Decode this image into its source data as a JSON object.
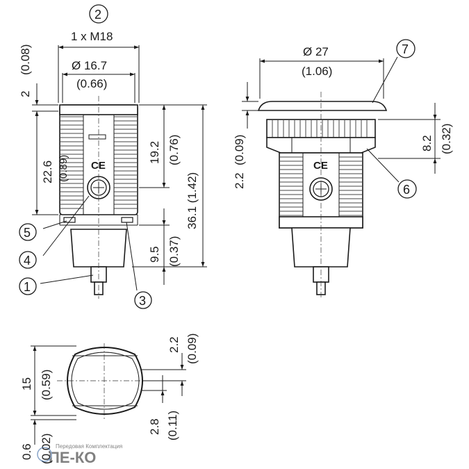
{
  "callouts": {
    "c1": "1",
    "c2": "2",
    "c3": "3",
    "c4": "4",
    "c5": "5",
    "c6": "6",
    "c7": "7"
  },
  "front_view": {
    "thread_label": "1 x M18",
    "diameter_label": "Ø 16.7",
    "diameter_inch": "(0.66)",
    "top_offset": "2",
    "top_offset_inch": "(0.08)",
    "thread_length": "22.6",
    "thread_length_inch": "(0.89)",
    "inner_length": "19.2",
    "inner_length_inch": "(0.76)",
    "total_length": "36.1 (1.42)",
    "lower_length": "9.5",
    "lower_length_inch": "(0.37)",
    "ce_mark": "CE"
  },
  "side_view": {
    "diameter_label": "Ø 27",
    "diameter_inch": "(1.06)",
    "head_height": "2.2",
    "head_height_inch": "(0.09)",
    "nut_height": "8.2",
    "nut_height_inch": "(0.32)",
    "ce_mark": "CE"
  },
  "section_view": {
    "height": "15",
    "height_inch": "(0.59)",
    "flat_top": "2.2",
    "flat_top_inch": "(0.09)",
    "flat_bottom": "2.8",
    "flat_bottom_inch": "(0.11)",
    "bottom_offset": "0.6",
    "bottom_offset_inch": "(0.02)"
  },
  "watermark": {
    "tagline": "Передовая Комплектация",
    "brand": "ПЕ-КО"
  }
}
